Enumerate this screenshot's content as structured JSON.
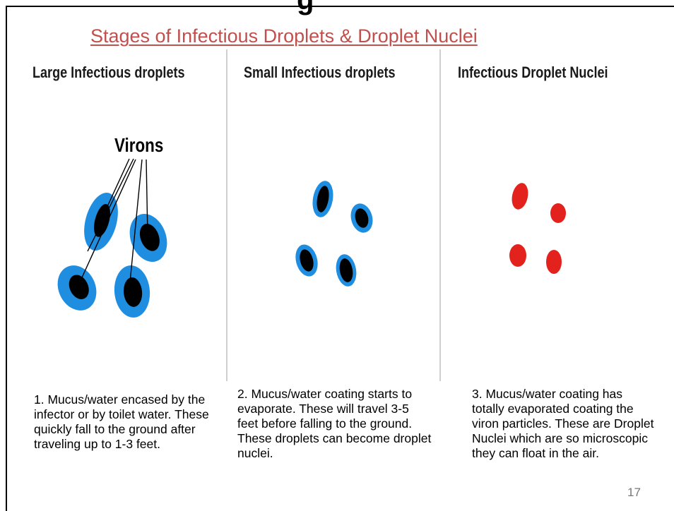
{
  "header": {
    "cut_title_fragment": "g"
  },
  "title": "Stages of Infectious Droplets & Droplet Nuclei",
  "columns": [
    {
      "heading": "Large Infectious droplets",
      "description": "1. Mucus/water encased by the infector or by toilet water. These quickly fall to the ground after traveling up to 1-3 feet."
    },
    {
      "heading": "Small Infectious droplets",
      "description": "2. Mucus/water coating starts to evaporate. These will travel 3-5 feet before falling to the ground. These droplets can become droplet nuclei."
    },
    {
      "heading": "Infectious Droplet Nuclei",
      "description": "3. Mucus/water coating has totally evaporated coating the viron particles. These are Droplet Nuclei which are so microscopic they can float in the air."
    }
  ],
  "virons_label": "Virons",
  "page_number": "17",
  "colors": {
    "title": "#c0504d",
    "coating": "#1f8ee0",
    "nucleus": "#000000",
    "droplet_nuclei": "#e3221d"
  }
}
